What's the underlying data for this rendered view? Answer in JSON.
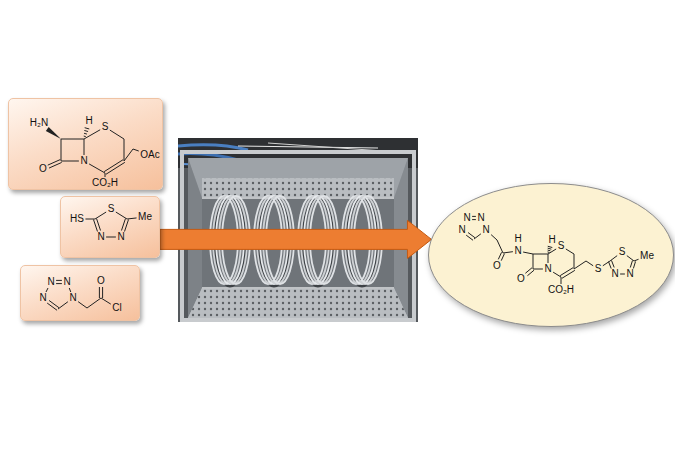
{
  "diagram": {
    "nodes": [
      {
        "text": [
          "H₂N",
          "H",
          "S",
          "O",
          "N",
          "OAc",
          "CO₂H"
        ]
      },
      {
        "text": [
          "HS",
          "S",
          "Me",
          "N",
          "N"
        ]
      },
      {
        "text": [
          "N",
          "N",
          "N",
          "N",
          "O",
          "Cl"
        ]
      },
      {
        "text": [
          "N",
          "N",
          "N",
          "N",
          "H",
          "H",
          "S",
          "N",
          "S",
          "Me",
          "O",
          "N",
          "S",
          "N",
          "N",
          "O",
          "CO₂H"
        ]
      }
    ],
    "edges": [
      {
        "from": 1,
        "to": 3,
        "arrow": "to"
      }
    ]
  }
}
